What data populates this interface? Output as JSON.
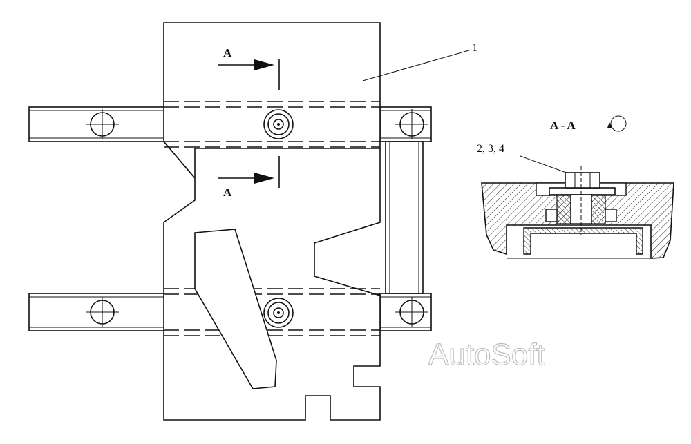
{
  "labels": {
    "part_1": "1",
    "section_top": "A",
    "section_bottom": "A",
    "section_title": "A - A",
    "callout_parts": "2, 3, 4"
  },
  "watermark": "AutoSoft",
  "colors": {
    "ink": "#111111",
    "watermark_outline": "#bdbdbd",
    "background": "#ffffff"
  },
  "icons": {
    "view_rotation": "circle-rotation-icon"
  }
}
